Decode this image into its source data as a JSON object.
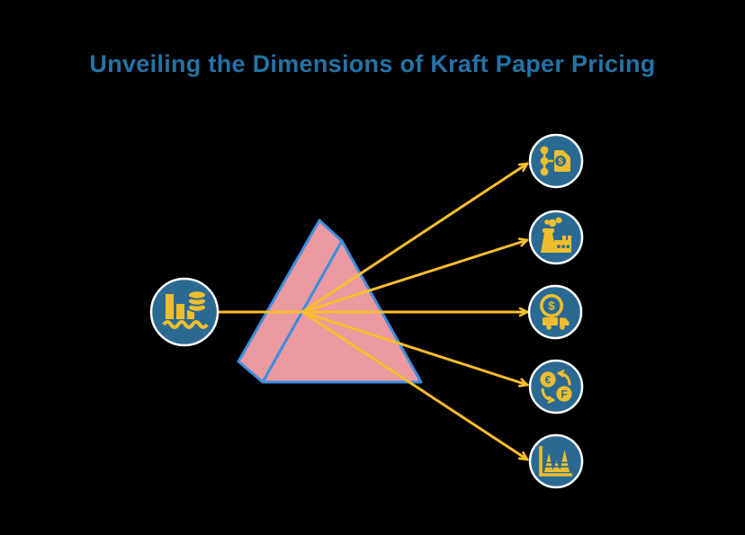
{
  "title": "Unveiling the Dimensions of Kraft Paper Pricing",
  "colors": {
    "background": "#000000",
    "title_text": "#2473A6",
    "node_fill": "#2A6A92",
    "node_ring": "#FFFFFF",
    "icon_gold": "#EFBE2E",
    "beam_gold": "#F9BE2B",
    "prism_fill": "#EC99A1",
    "prism_edge": "#3B8EDE"
  },
  "diagram": {
    "source_icon": "declining-bar-chart-with-coins",
    "prism_icon": "triangular-prism",
    "output_icons": [
      {
        "name": "cost-breakdown-price-tag",
        "glyph": "$"
      },
      {
        "name": "factory-production",
        "glyph": ""
      },
      {
        "name": "coin-delivery-truck",
        "glyph": "$"
      },
      {
        "name": "currency-exchange",
        "glyph_left": "€",
        "glyph_right": "F"
      },
      {
        "name": "market-peaks-chart",
        "glyph": ""
      }
    ]
  }
}
